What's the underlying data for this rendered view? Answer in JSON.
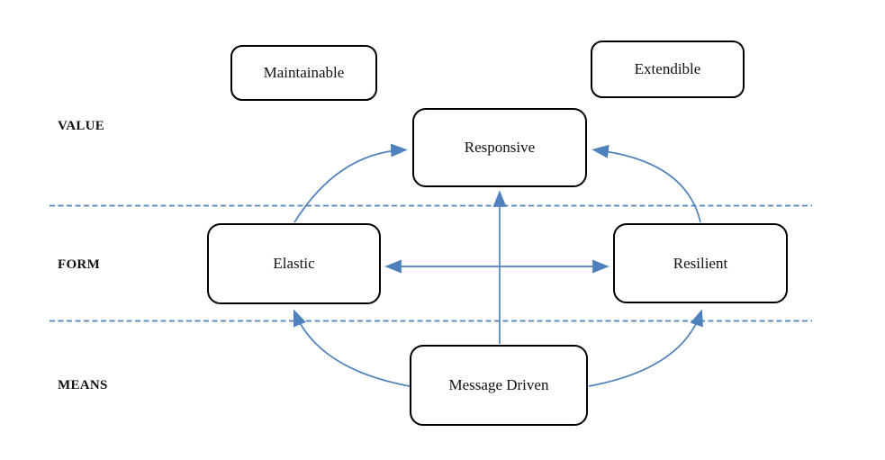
{
  "diagram": {
    "row_labels": [
      {
        "id": "value",
        "label": "VALUE"
      },
      {
        "id": "form",
        "label": "FORM"
      },
      {
        "id": "means",
        "label": "MEANS"
      }
    ],
    "nodes": [
      {
        "id": "maintainable",
        "label": "Maintainable",
        "band": "VALUE"
      },
      {
        "id": "extendible",
        "label": "Extendible",
        "band": "VALUE"
      },
      {
        "id": "responsive",
        "label": "Responsive",
        "band": "VALUE"
      },
      {
        "id": "elastic",
        "label": "Elastic",
        "band": "FORM"
      },
      {
        "id": "resilient",
        "label": "Resilient",
        "band": "FORM"
      },
      {
        "id": "message_driven",
        "label": "Message Driven",
        "band": "MEANS"
      }
    ],
    "edges": [
      {
        "from": "elastic",
        "to": "responsive",
        "style": "curved",
        "bidirectional": false
      },
      {
        "from": "resilient",
        "to": "responsive",
        "style": "curved",
        "bidirectional": false
      },
      {
        "from": "elastic",
        "to": "resilient",
        "style": "straight",
        "bidirectional": true
      },
      {
        "from": "message_driven",
        "to": "responsive",
        "style": "straight",
        "bidirectional": false
      },
      {
        "from": "message_driven",
        "to": "elastic",
        "style": "curved",
        "bidirectional": false
      },
      {
        "from": "message_driven",
        "to": "resilient",
        "style": "curved",
        "bidirectional": false
      }
    ],
    "separators": {
      "count": 2,
      "style": "dashed"
    },
    "colors": {
      "arrow_blue": "#4f81bd",
      "node_border": "#000000",
      "node_text": "#111111",
      "background": "#ffffff"
    }
  }
}
